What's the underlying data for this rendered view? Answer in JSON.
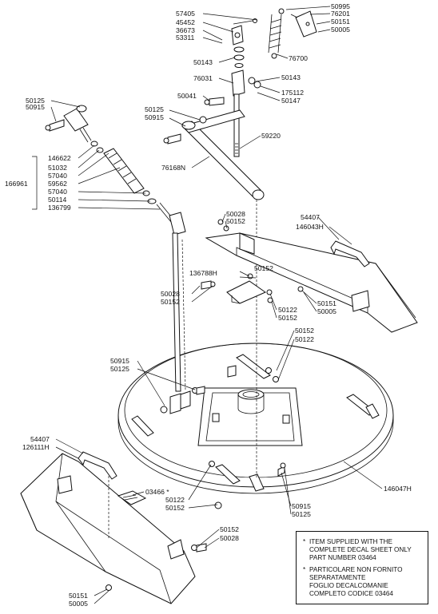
{
  "notes": [
    {
      "marker": "*",
      "lines": [
        "ITEM SUPPLIED WITH THE",
        "COMPLETE DECAL SHEET ONLY",
        "PART NUMBER 03464"
      ]
    },
    {
      "marker": "*",
      "lines": [
        "PARTICOLARE NON FORNITO",
        "SEPARATAMENTE",
        "FOGLIO DECALCOMANIE",
        "COMPLETO CODICE 03464"
      ]
    }
  ],
  "labels": {
    "p57405": "57405",
    "p45452": "45452",
    "p36673": "36673",
    "p53311": "53311",
    "p50143a": "50143",
    "p76031": "76031",
    "p50041": "50041",
    "p50143b": "50143",
    "p175112": "175112",
    "p50147": "50147",
    "p50995": "50995",
    "p76201": "76201",
    "p50151a": "50151",
    "p50005a": "50005",
    "p76700": "76700",
    "p50125a": "50125",
    "p50915a": "50915",
    "p146622": "146622",
    "p51032": "51032",
    "p57040a": "57040",
    "p59562": "59562",
    "p57040b": "57040",
    "p50114": "50114",
    "p136799": "136799",
    "p166961": "166961",
    "p50125b": "50125",
    "p50915b": "50915",
    "p59220": "59220",
    "p76168N": "76168N",
    "p50028a": "50028",
    "p50152a": "50152",
    "p54407a": "54407",
    "p146043H": "146043H",
    "p136788H": "136788H",
    "p50152b": "50152",
    "p50028b": "50028",
    "p50152c": "50152",
    "p50122a": "50122",
    "p50152d": "50152",
    "p50151b": "50151",
    "p50005b": "50005",
    "p50152e": "50152",
    "p50122b": "50122",
    "p50915c": "50915",
    "p50125c": "50125",
    "p54407b": "54407",
    "p126111H": "126111H",
    "p03466": "03466 *",
    "p50122c": "50122",
    "p50152f": "50152",
    "p146047H": "146047H",
    "p50915d": "50915",
    "p50125d": "50125",
    "p50152g": "50152",
    "p50028c": "50028",
    "p50151c": "50151",
    "p50005c": "50005"
  }
}
